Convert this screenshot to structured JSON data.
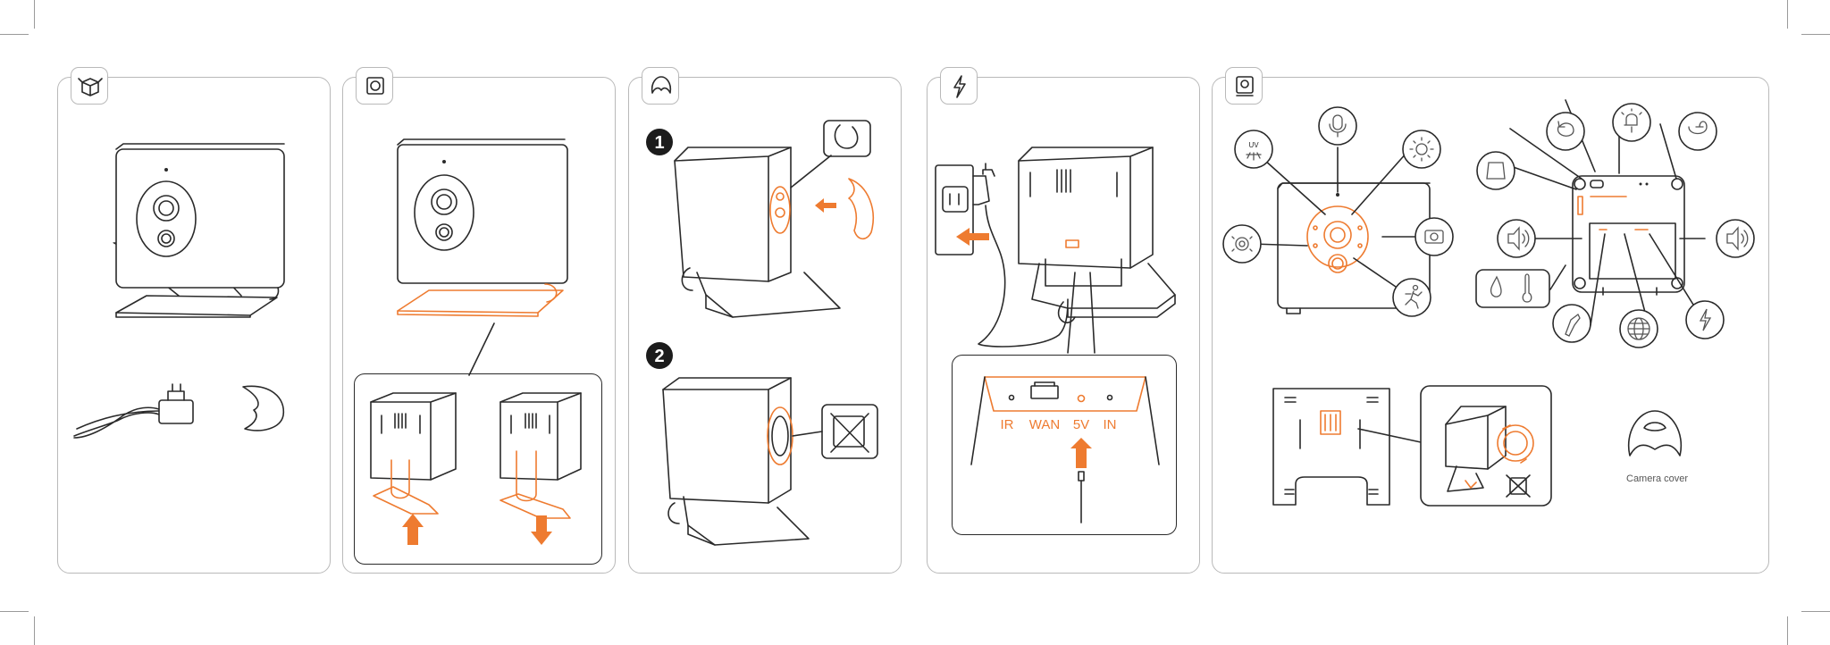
{
  "accent_color": "#ee7b30",
  "line_color": "#2a2a2a",
  "panels": [
    {
      "icon": "box-icon"
    },
    {
      "icon": "camera-base-icon"
    },
    {
      "icon": "mount-cover-icon"
    },
    {
      "icon": "power-bolt-icon"
    },
    {
      "icon": "camera-icon"
    }
  ],
  "step_numbers": [
    "1",
    "2"
  ],
  "ports": {
    "ir": "IR",
    "wan": "WAN",
    "dc": "5V",
    "in": "IN"
  },
  "camera_cover_label": "Camera cover",
  "indicator_icons": [
    "uv-light-icon",
    "microphone-icon",
    "light-sensor-icon",
    "camera-icon",
    "motion-icon",
    "ir-led-icon",
    "reset-icon",
    "led-indicator-icon",
    "audio-jack-icon",
    "sd-card-icon",
    "speaker-icon",
    "speaker-icon",
    "humidity-icon",
    "thermometer-icon",
    "sensor-probe-icon",
    "wifi-globe-icon",
    "power-icon"
  ]
}
